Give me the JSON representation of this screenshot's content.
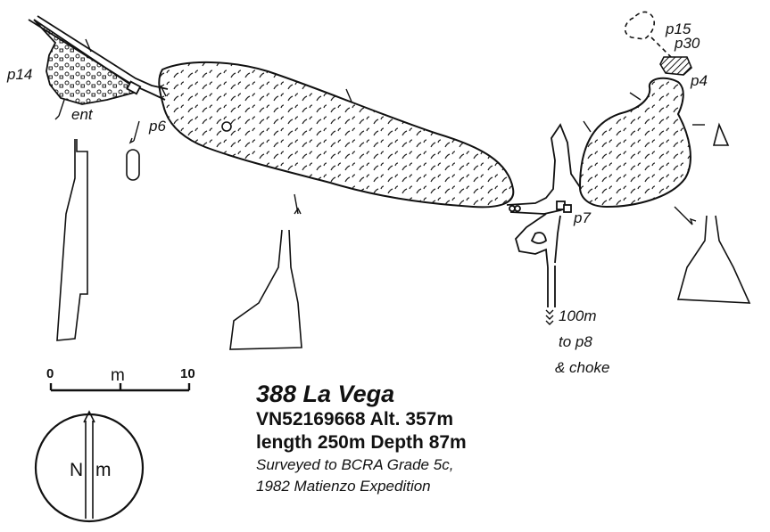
{
  "labels": {
    "p14": "p14",
    "ent": "ent",
    "p6": "p6",
    "p15": "p15",
    "p30": "p30",
    "p4": "p4",
    "p7": "p7",
    "note_line1": "100m",
    "note_line2": "to p8",
    "note_line3": "& choke"
  },
  "scale": {
    "start": "0",
    "unit": "m",
    "end": "10"
  },
  "compass": {
    "north": "N",
    "magnetic": "m"
  },
  "title": {
    "cave": "388 La Vega",
    "location": "VN52169668 Alt. 357m",
    "dimensions": "length 250m Depth 87m",
    "grade": "Surveyed to BCRA Grade 5c,",
    "expedition": "1982 Matienzo Expedition"
  },
  "colors": {
    "ink": "#111111",
    "paper": "#ffffff"
  }
}
